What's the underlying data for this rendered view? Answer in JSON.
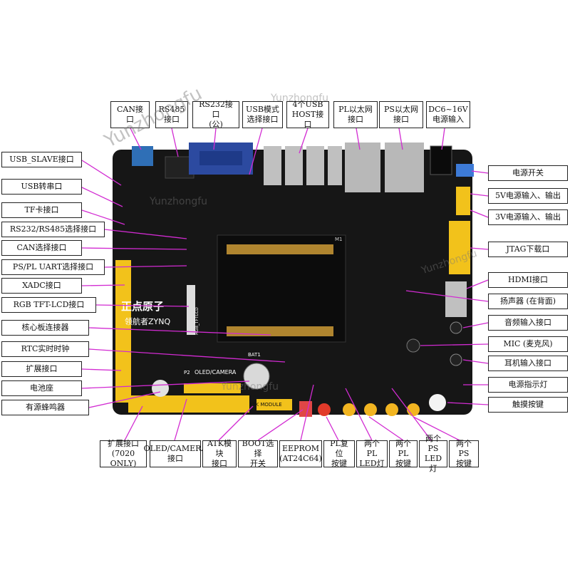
{
  "top_labels": [
    {
      "id": "can",
      "text": "CAN接口"
    },
    {
      "id": "rs485",
      "text": "RS485\n接口"
    },
    {
      "id": "rs232",
      "text": "RS232接口\n(公)"
    },
    {
      "id": "usbmode",
      "text": "USB模式\n选择接口"
    },
    {
      "id": "usbhost",
      "text": "4个USB\nHOST接口"
    },
    {
      "id": "pleth",
      "text": "PL以太网\n接口"
    },
    {
      "id": "pseth",
      "text": "PS以太网\n接口"
    },
    {
      "id": "dcin",
      "text": "DC6~16V\n电源输入"
    }
  ],
  "left_labels": [
    {
      "id": "usbslave",
      "text": "USB_SLAVE接口"
    },
    {
      "id": "usbserial",
      "text": "USB转串口"
    },
    {
      "id": "tf",
      "text": "TF卡接口"
    },
    {
      "id": "rs232sel",
      "text": "RS232/RS485选择接口"
    },
    {
      "id": "cansel",
      "text": "CAN选择接口"
    },
    {
      "id": "uartsel",
      "text": "PS/PL UART选择接口"
    },
    {
      "id": "xadc",
      "text": "XADC接口"
    },
    {
      "id": "lcd",
      "text": "RGB TFT-LCD接口"
    },
    {
      "id": "core",
      "text": "核心板连接器"
    },
    {
      "id": "rtc",
      "text": "RTC实时时钟"
    },
    {
      "id": "ext",
      "text": "扩展接口"
    },
    {
      "id": "battery",
      "text": "电池座"
    },
    {
      "id": "buzzer",
      "text": "有源蜂鸣器"
    }
  ],
  "right_labels": [
    {
      "id": "power",
      "text": "电源开关"
    },
    {
      "id": "v5",
      "text": "5V电源输入、输出"
    },
    {
      "id": "v3",
      "text": "3V电源输入、输出"
    },
    {
      "id": "jtag",
      "text": "JTAG下载口"
    },
    {
      "id": "hdmi",
      "text": "HDMI接口"
    },
    {
      "id": "speaker",
      "text": "扬声器 (在背面)"
    },
    {
      "id": "audioin",
      "text": "音频输入接口"
    },
    {
      "id": "mic",
      "text": "MIC (麦克风)"
    },
    {
      "id": "earphone",
      "text": "耳机输入接口"
    },
    {
      "id": "pwrled",
      "text": "电源指示灯"
    },
    {
      "id": "touch",
      "text": "触摸按键"
    }
  ],
  "bottom_labels": [
    {
      "id": "ext7020",
      "text": "扩展接口\n(7020 ONLY)"
    },
    {
      "id": "oled",
      "text": "OLED/CAMERA\n接口"
    },
    {
      "id": "atk",
      "text": "ATK模块\n接口"
    },
    {
      "id": "boot",
      "text": "BOOT选择\n开关"
    },
    {
      "id": "eeprom",
      "text": "EEPROM\n(AT24C64)"
    },
    {
      "id": "plreset",
      "text": "PL复位\n按键"
    },
    {
      "id": "plled",
      "text": "两个PL\nLED灯"
    },
    {
      "id": "plkey",
      "text": "两个PL\n按键"
    },
    {
      "id": "psled",
      "text": "两个PS\nLED灯"
    },
    {
      "id": "pskey",
      "text": "两个PS\n按键"
    }
  ],
  "board": {
    "brand": "正点原子",
    "model": "领航者ZYNQ",
    "silk": {
      "oled_camera": "OLED/CAMERA",
      "atk_module": "ATK MODULE",
      "bat": "BAT1",
      "p2": "P2",
      "rgb": "RGB_TFTLCD",
      "m1": "M1"
    }
  },
  "watermark": "Yunzhongfu",
  "colors": {
    "pcb": "#161616",
    "leader": "#d22bd2",
    "header": "#f2c21b",
    "connector": "#b0852f",
    "label_border": "#222222"
  }
}
